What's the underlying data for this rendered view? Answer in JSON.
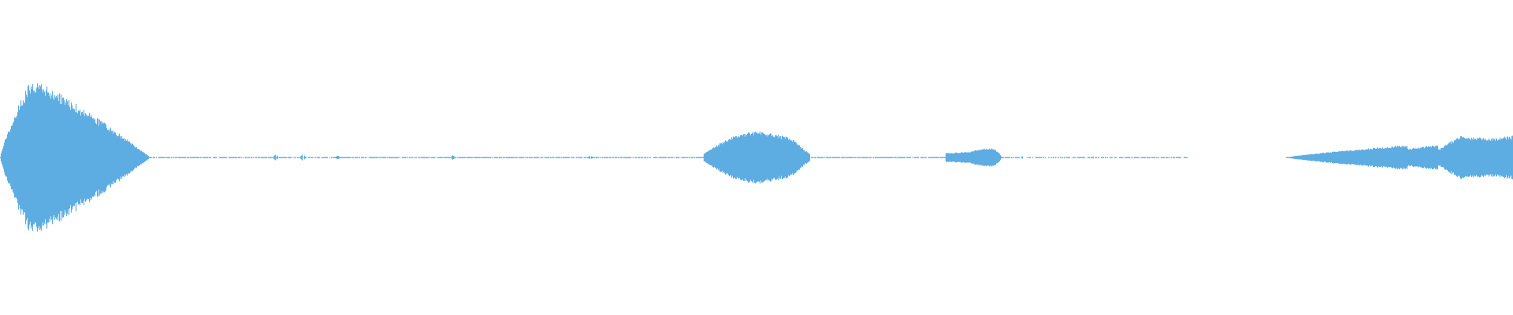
{
  "waveform": {
    "color": "#5dade2",
    "segments": [
      {
        "id": "burst-1",
        "start": 0.0,
        "attack": 0.02,
        "peak": 1.0,
        "end": 0.098,
        "level_after": 0.012
      },
      {
        "id": "burst-2",
        "start": 0.465,
        "attack": 0.505,
        "peak": 0.3,
        "end": 0.535,
        "level_after": 0.01
      },
      {
        "id": "burst-3",
        "start": 0.625,
        "attack": 0.652,
        "peak": 0.12,
        "end": 0.662,
        "level_after": 0.008
      },
      {
        "id": "burst-4",
        "start": 0.85,
        "attack": 0.93,
        "peak": 0.16,
        "end": 0.95,
        "level_after": 0.1
      },
      {
        "id": "burst-5",
        "start": 0.945,
        "attack": 0.965,
        "peak": 0.28,
        "end": 1.0,
        "level_after": 0.26
      }
    ],
    "blips": [
      {
        "pos": 0.182,
        "amp": 0.045
      },
      {
        "pos": 0.2,
        "amp": 0.055
      },
      {
        "pos": 0.223,
        "amp": 0.025
      },
      {
        "pos": 0.299,
        "amp": 0.03
      },
      {
        "pos": 0.39,
        "amp": 0.025
      },
      {
        "pos": 0.676,
        "amp": 0.02
      },
      {
        "pos": 0.723,
        "amp": 0.02
      }
    ]
  }
}
